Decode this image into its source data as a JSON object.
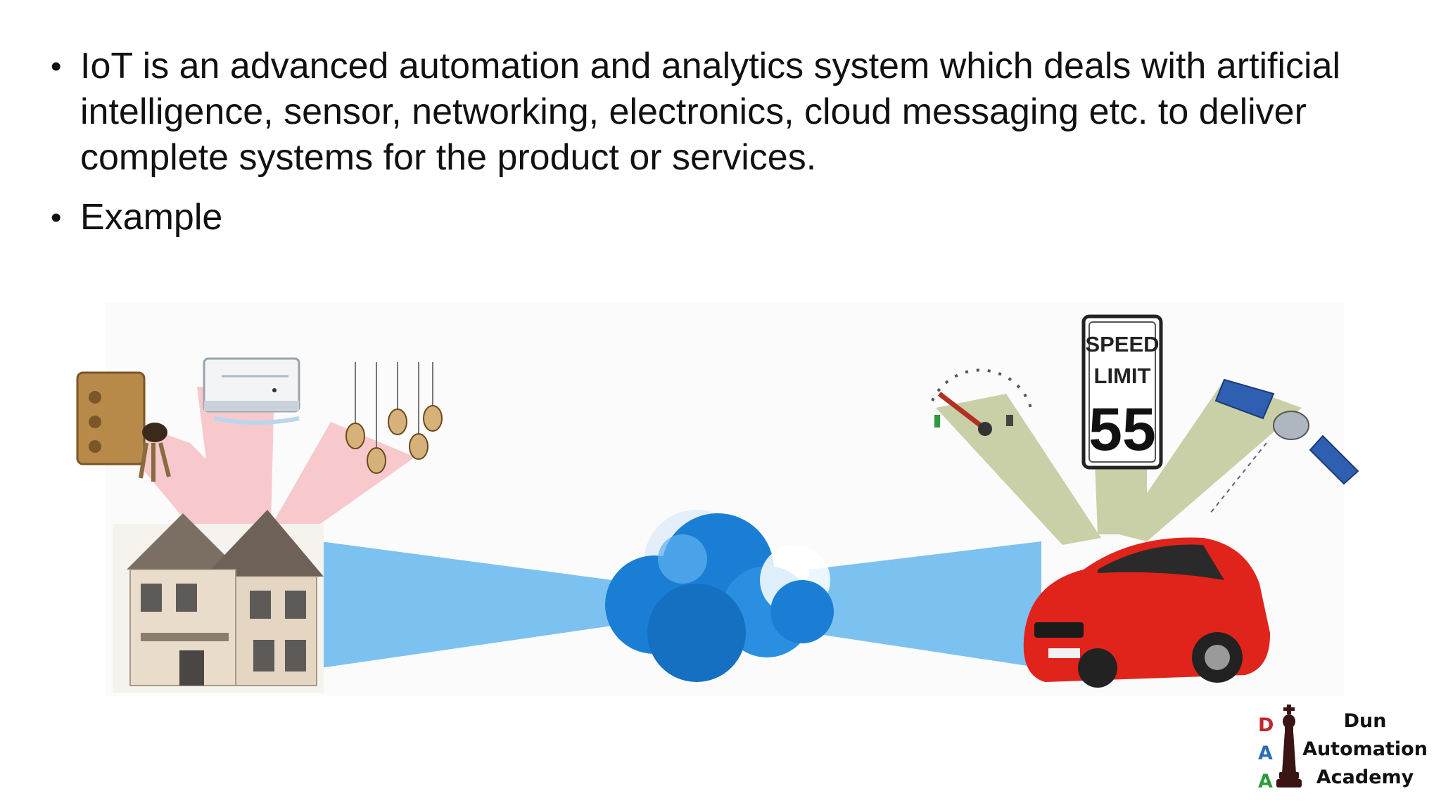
{
  "slide": {
    "bullets": [
      "IoT is an advanced automation and analytics system which deals with artificial intelligence, sensor, networking, electronics, cloud messaging etc. to deliver complete systems for the product or services.",
      "Example"
    ],
    "bullet_glyph": "•"
  },
  "illustration": {
    "sign": {
      "line1": "SPEED",
      "line2": "LIMIT",
      "number": "55"
    },
    "colors": {
      "home_beam": "#f7c9cc",
      "link_beam": "#7cc2f0",
      "car_beam": "#c9cfa6",
      "cloud": "#1a7fd4",
      "car": "#e0241b"
    },
    "icons": [
      "door-lock-icon",
      "air-conditioner-icon",
      "light-bulbs-icon",
      "house-icon",
      "cloud-icon",
      "fuel-gauge-icon",
      "speed-limit-sign-icon",
      "satellite-icon",
      "car-icon"
    ]
  },
  "logo": {
    "letters": [
      "D",
      "A",
      "A"
    ],
    "letter_colors": [
      "#c0262d",
      "#2a6db5",
      "#2e9a3c"
    ],
    "name_lines": [
      "Dun",
      "Automation",
      "Academy"
    ]
  }
}
